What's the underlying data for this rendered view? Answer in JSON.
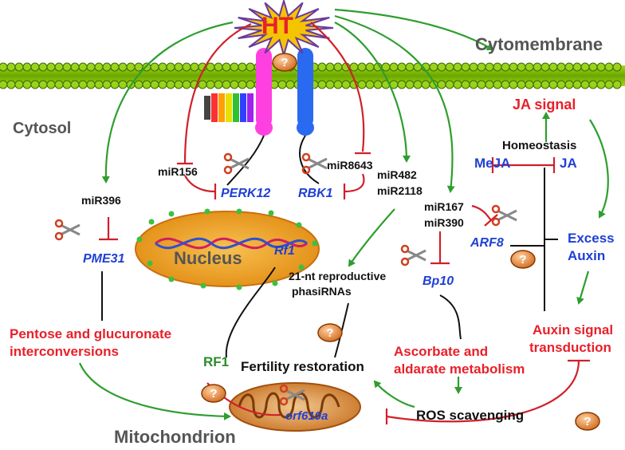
{
  "labels": {
    "ht": "HT",
    "cytomembrane": "Cytomembrane",
    "cytosol": "Cytosol",
    "nucleus": "Nucleus",
    "mitochondrion": "Mitochondrion",
    "ja_signal": "JA signal",
    "homeostasis": "Homeostasis",
    "meja": "MeJA",
    "ja": "JA",
    "excess_auxin_1": "Excess",
    "excess_auxin_2": "Auxin",
    "auxin_signal_1": "Auxin signal",
    "auxin_signal_2": "transduction",
    "mir396": "miR396",
    "mir156": "miR156",
    "mir8643": "miR8643",
    "mir482": "miR482",
    "mir2118": "miR2118",
    "mir167": "miR167",
    "mir390": "miR390",
    "pme31": "PME31",
    "perk12": "PERK12",
    "rbk1": "RBK1",
    "rf1_gene": "Rf1",
    "arf8": "ARF8",
    "bp10": "Bp10",
    "phasirna_1": "21-nt reproductive",
    "phasirna_2": "phasiRNAs",
    "pentose_1": "Pentose and glucuronate",
    "pentose_2": "interconversions",
    "rf1_protein": "RF1",
    "fertility": "Fertility restoration",
    "ascorbate_1": "Ascorbate and",
    "ascorbate_2": "aldarate metabolism",
    "ros": "ROS scavenging",
    "orf": "orf610a",
    "question": "?"
  },
  "colors": {
    "activation": "#2e9e2e",
    "inhibition": "#d0202a",
    "membrane": "#7ab800",
    "ht_star": "#f5c400",
    "nucleus": "#f0a020",
    "mitochondrion": "#c87020"
  }
}
